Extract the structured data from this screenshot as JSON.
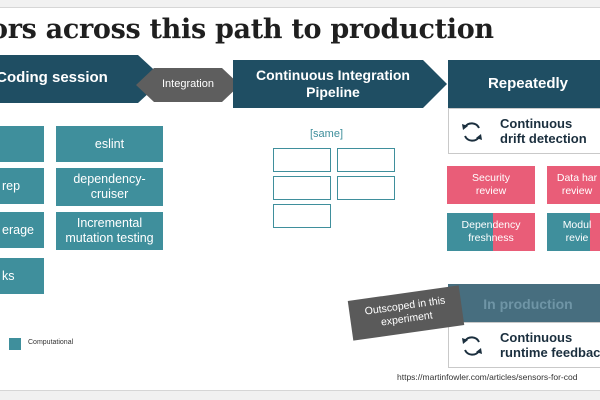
{
  "title": "ors across this path to production",
  "stages": {
    "coding": "Coding session",
    "integration_tag": "Integration",
    "ci": "Continuous Integration Pipeline",
    "repeatedly": "Repeatedly",
    "production": "In production"
  },
  "coding_left": [
    "",
    "rep",
    "erage",
    "ks"
  ],
  "coding_right": [
    "eslint",
    "dependency-cruiser",
    "Incremental mutation testing"
  ],
  "ci_same": "[same]",
  "repeated": {
    "drift": "Continuous drift detection",
    "reviews": [
      "Security review",
      "Data har review",
      "Dependency freshness",
      "Modul revie"
    ]
  },
  "production_feedback": "Continuous runtime feedbac",
  "outscoped": "Outscoped in this experiment",
  "legend": "Computational",
  "source": "https://martinfowler.com/articles/sensors-for-cod",
  "colors": {
    "teal": "#3f8f9c",
    "navy": "#1f4e63",
    "pink": "#e95d78",
    "grey": "#5e5e5e"
  }
}
